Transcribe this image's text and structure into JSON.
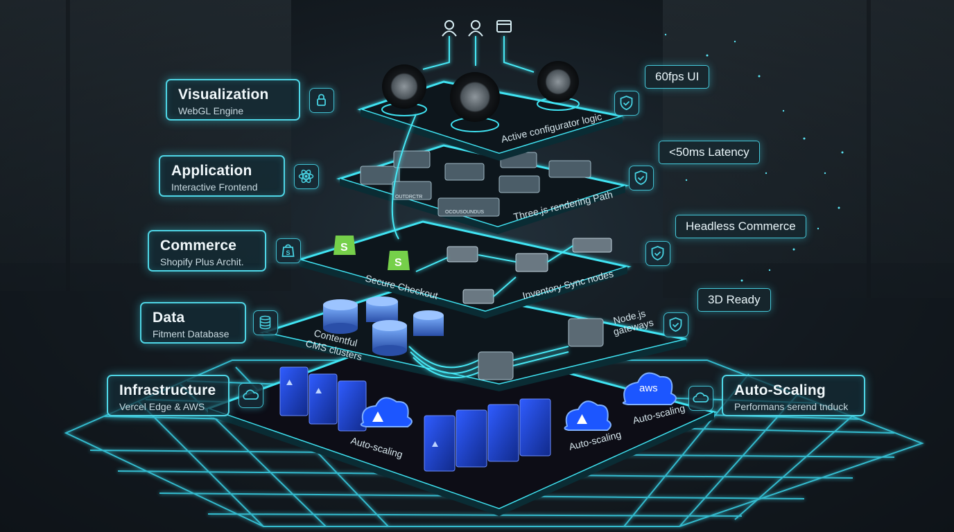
{
  "layers": [
    {
      "title": "Visualization",
      "subtitle": "WebGL Engine",
      "icon": "lock-icon"
    },
    {
      "title": "Application",
      "subtitle": "Interactive Frontend",
      "icon": "react-atom-icon"
    },
    {
      "title": "Commerce",
      "subtitle": "Shopify Plus Archit.",
      "icon": "shopify-bag-icon"
    },
    {
      "title": "Data",
      "subtitle": "Fitment Database",
      "icon": "database-icon"
    },
    {
      "title": "Infrastructure",
      "subtitle": "Vercel Edge & AWS",
      "icon": "cloud-icon"
    }
  ],
  "right_badges": [
    "60fps UI",
    "<50ms Latency",
    "Headless Commerce",
    "3D Ready"
  ],
  "autoscaling_box": {
    "title": "Auto-Scaling",
    "subtitle": "Performans serend tnduck",
    "icon": "cloud-icon"
  },
  "shield_icon": "shield-check-icon",
  "top_user_icons": [
    "user-icon",
    "user-icon",
    "browser-window-icon"
  ],
  "plate_labels": {
    "visualization": "Active configurator logic",
    "application": "Three.js rendering Path",
    "commerce_left": "Secure Checkout",
    "commerce_right": "Inventory Sync nodes",
    "data_left": [
      "Contentful",
      "CMS clusters"
    ],
    "data_right": [
      "Node.js",
      "gateways"
    ],
    "infra_1": "Auto-scaling",
    "infra_2": "Auto-scaling",
    "infra_3": "Auto-scaling",
    "aws": "aws"
  },
  "card_texts": [
    "OUTDRCTR",
    "OCOUSOUNDUS"
  ],
  "colors": {
    "accent": "#4fd6e6",
    "glow": "#3fe3f2",
    "plate": "#0e1419",
    "server_blue": "#1e40c8"
  }
}
